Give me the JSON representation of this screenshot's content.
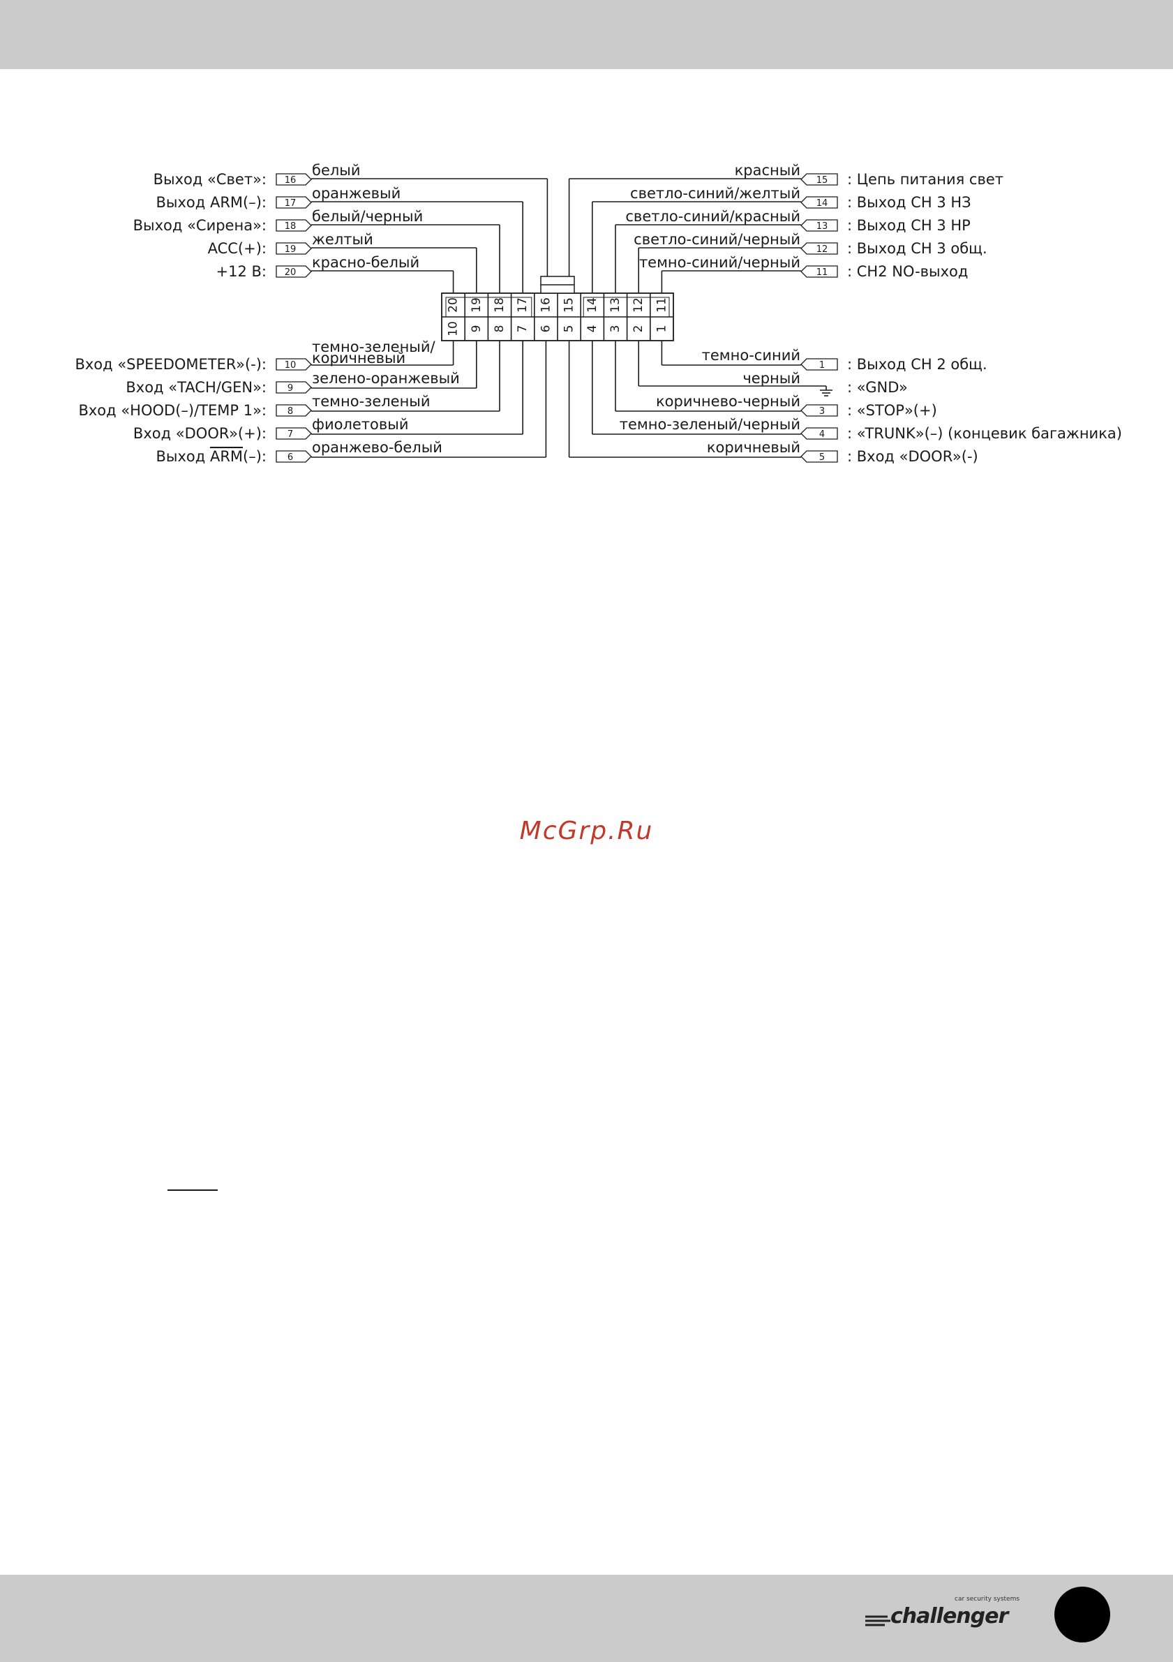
{
  "diagram": {
    "left": [
      {
        "signal": "Выход «Свет»:",
        "pin": "16",
        "wire": "белый"
      },
      {
        "signal": "Выход ARM(–):",
        "pin": "17",
        "wire": "оранжевый"
      },
      {
        "signal": "Выход «Сирена»:",
        "pin": "18",
        "wire": "белый/черный"
      },
      {
        "signal": "ACC(+):",
        "pin": "19",
        "wire": "желтый"
      },
      {
        "signal": "+12 В:",
        "pin": "20",
        "wire": "красно-белый"
      },
      {
        "signal": "Вход «SPEEDOMETER»(-):",
        "pin": "10",
        "wire": "темно-зеленый/",
        "wire2": "коричневый"
      },
      {
        "signal": "Вход «TACH/GEN»:",
        "pin": "9",
        "wire": "зелено-оранжевый"
      },
      {
        "signal": "Вход «HOOD(–)/TEMP 1»:",
        "pin": "8",
        "wire": "темно-зеленый"
      },
      {
        "signal": "Вход «DOOR»(+):",
        "pin": "7",
        "wire": "фиолетовый"
      },
      {
        "signal": "Выход ",
        "signal_overlined": "ARM",
        "signal_tail": "(–):",
        "pin": "6",
        "wire": "оранжево-белый"
      }
    ],
    "right": [
      {
        "signal": ": Цепь питания свет",
        "pin": "15",
        "wire": "красный"
      },
      {
        "signal": ": Выход CH 3 НЗ",
        "pin": "14",
        "wire": "светло-синий/желтый"
      },
      {
        "signal": ": Выход CH 3 НР",
        "pin": "13",
        "wire": "светло-синий/красный"
      },
      {
        "signal": ": Выход CH 3 общ.",
        "pin": "12",
        "wire": "светло-синий/черный"
      },
      {
        "signal": ": CH2 NO-выход",
        "pin": "11",
        "wire": "темно-синий/черный"
      },
      {
        "signal": ": Выход CH 2 общ.",
        "pin": "1",
        "wire": "темно-синий"
      },
      {
        "signal": ": «GND»",
        "pin": "",
        "wire": "черный"
      },
      {
        "signal": ": «STOP»(+)",
        "pin": "3",
        "wire": "коричнево-черный"
      },
      {
        "signal": ": «TRUNK»(–) (концевик багажника)",
        "pin": "4",
        "wire": "темно-зеленый/черный"
      },
      {
        "signal": ": Вход «DOOR»(-)",
        "pin": "5",
        "wire": "коричневый"
      }
    ],
    "connector_top": [
      "20",
      "19",
      "18",
      "17",
      "16",
      "15",
      "14",
      "13",
      "12",
      "11"
    ],
    "connector_bottom": [
      "10",
      "9",
      "8",
      "7",
      "6",
      "5",
      "4",
      "3",
      "2",
      "1"
    ]
  },
  "watermark": "McGrp.Ru",
  "brand": {
    "tagline": "car security systems",
    "name": "challenger"
  },
  "colors": {
    "band": "#cbcbcb",
    "watermark": "#c0392b",
    "ink": "#1a1a1a"
  }
}
